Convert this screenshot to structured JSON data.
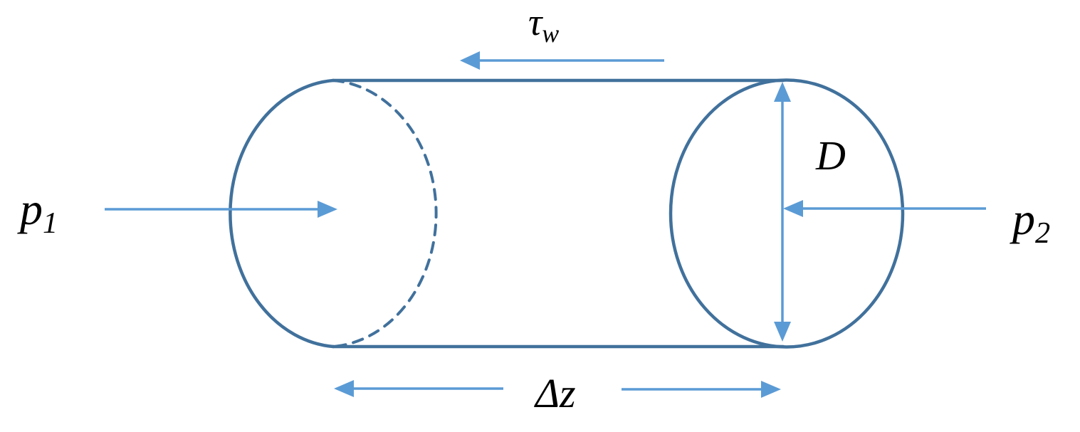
{
  "diagram": {
    "colors": {
      "outline": "#41719C",
      "arrow": "#5B9BD5",
      "label": "#000000",
      "background": "#FFFFFF"
    },
    "labels": {
      "wall_shear": {
        "base": "τ",
        "sub": "w"
      },
      "pressure_inlet": {
        "base": "p",
        "sub": "1"
      },
      "pressure_outlet": {
        "base": "p",
        "sub": "2"
      },
      "diameter": {
        "base": "D",
        "sub": ""
      },
      "axial_length": {
        "base": "Δz",
        "sub": ""
      }
    },
    "arrows": {
      "wall_shear": {
        "direction": "left"
      },
      "pressure_inlet": {
        "direction": "right"
      },
      "pressure_outlet": {
        "direction": "left"
      },
      "diameter": {
        "direction": "vertical-double"
      },
      "axial_length_left": {
        "direction": "left"
      },
      "axial_length_right": {
        "direction": "right"
      }
    }
  }
}
